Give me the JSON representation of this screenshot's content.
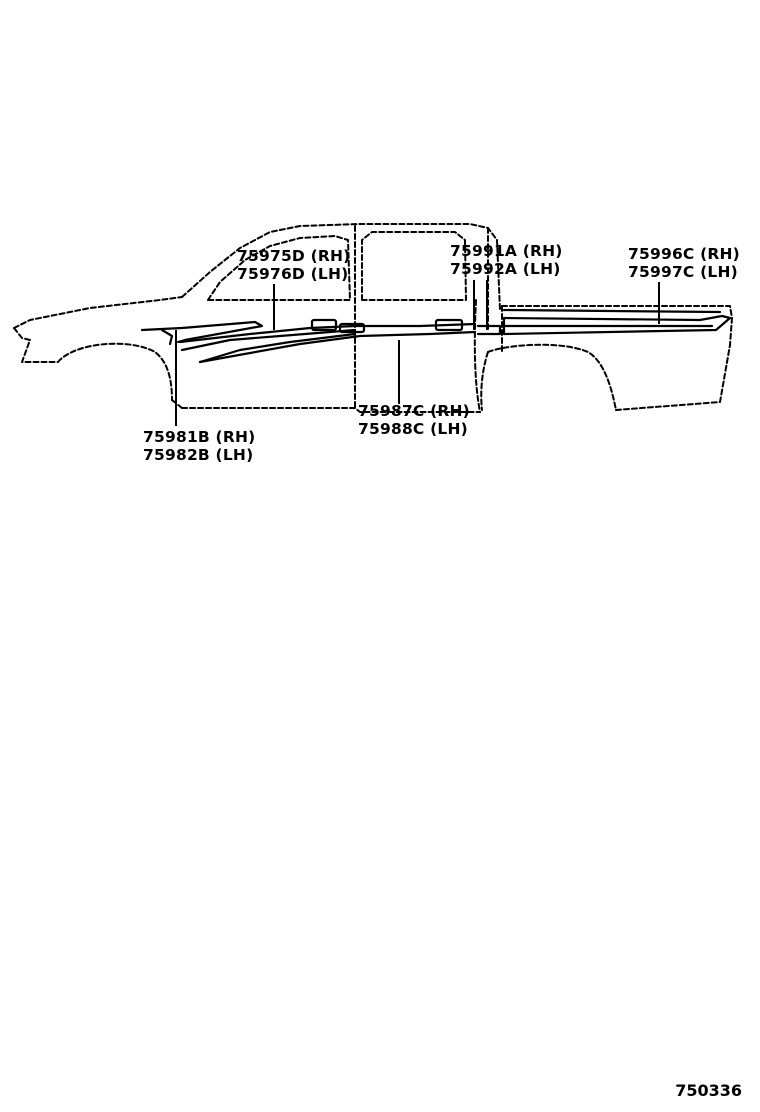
{
  "parts": {
    "p75975": {
      "rh": "75975D (RH)",
      "lh": "75976D (LH)"
    },
    "p75991": {
      "rh": "75991A (RH)",
      "lh": "75992A (LH)"
    },
    "p75996": {
      "rh": "75996C (RH)",
      "lh": "75997C (LH)"
    },
    "p75987": {
      "rh": "75987C (RH)",
      "lh": "75988C (LH)"
    },
    "p75981": {
      "rh": "75981B (RH)",
      "lh": "75982B (LH)"
    }
  },
  "figure_id": "750336"
}
